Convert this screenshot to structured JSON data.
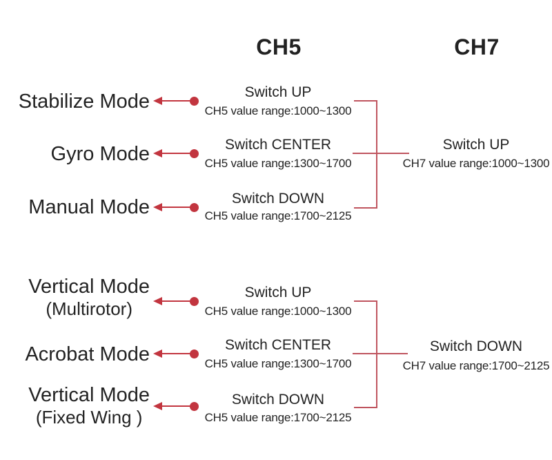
{
  "colors": {
    "accent": "#c2353f",
    "line": "#bf545e",
    "text": "#222222",
    "background": "#ffffff"
  },
  "headers": {
    "ch5": "CH5",
    "ch7": "CH7"
  },
  "top": {
    "rows": [
      {
        "mode": "Stabilize Mode",
        "switch": "Switch UP",
        "range": "CH5 value range:1000~1300"
      },
      {
        "mode": "Gyro Mode",
        "switch": "Switch CENTER",
        "range": "CH5 value range:1300~1700"
      },
      {
        "mode": "Manual Mode",
        "switch": "Switch DOWN",
        "range": "CH5 value range:1700~2125"
      }
    ],
    "ch7": {
      "switch": "Switch UP",
      "range": "CH7 value range:1000~1300"
    }
  },
  "bottom": {
    "rows": [
      {
        "mode": "Vertical Mode",
        "mode_sub": "(Multirotor)",
        "switch": "Switch UP",
        "range": "CH5 value range:1000~1300"
      },
      {
        "mode": "Acrobat Mode",
        "mode_sub": "",
        "switch": "Switch CENTER",
        "range": "CH5 value range:1300~1700"
      },
      {
        "mode": "Vertical Mode",
        "mode_sub": "(Fixed Wing )",
        "switch": "Switch DOWN",
        "range": "CH5 value range:1700~2125"
      }
    ],
    "ch7": {
      "switch": "Switch DOWN",
      "range": "CH7 value range:1700~2125"
    }
  }
}
